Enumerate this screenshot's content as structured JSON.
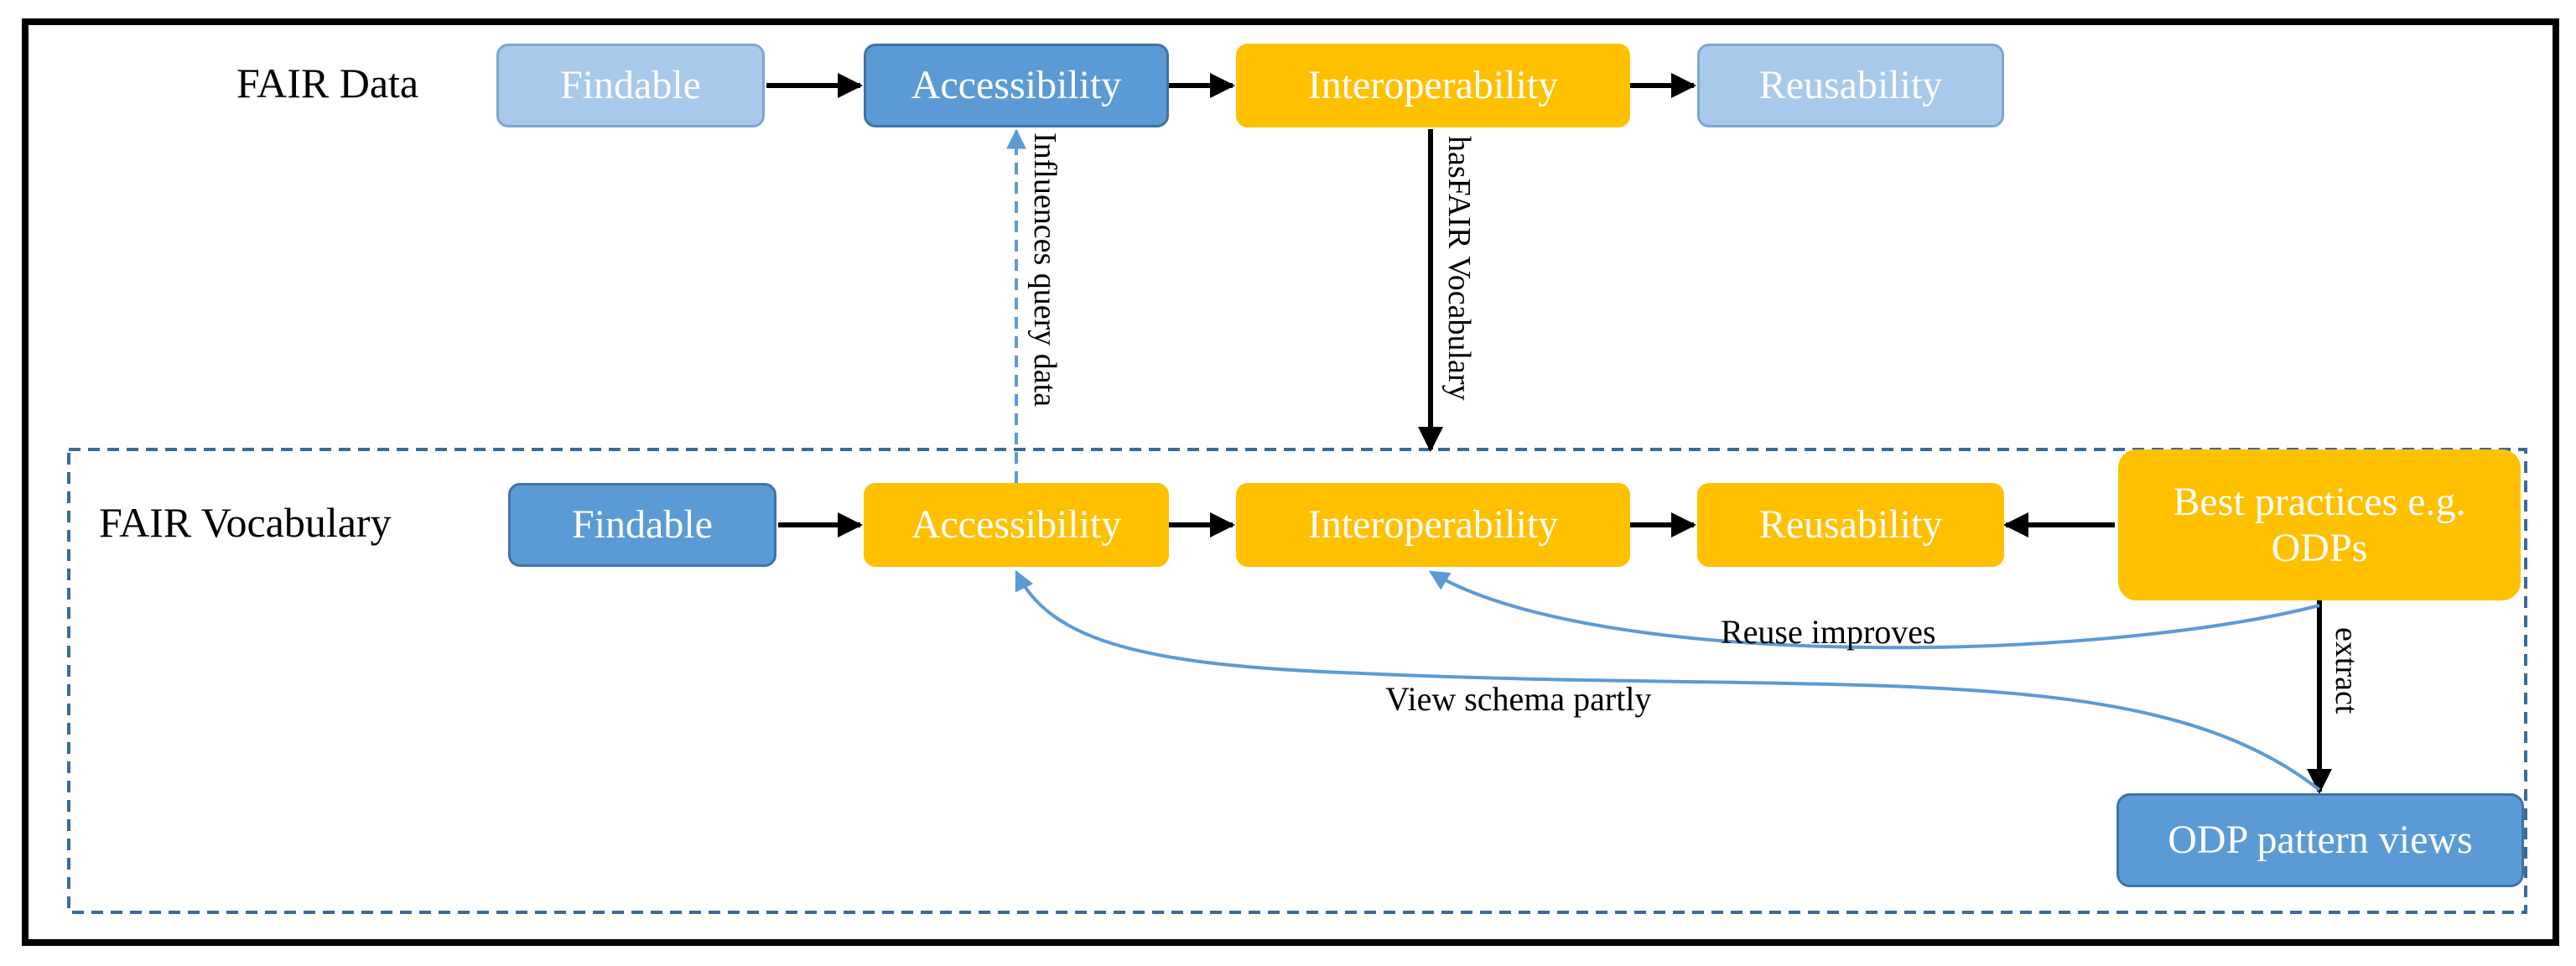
{
  "fair_data": {
    "label": "FAIR Data",
    "findable": "Findable",
    "accessibility": "Accessibility",
    "interoperability": "Interoperability",
    "reusability": "Reusability"
  },
  "fair_vocabulary": {
    "label": "FAIR Vocabulary",
    "findable": "Findable",
    "accessibility": "Accessibility",
    "interoperability": "Interoperability",
    "reusability": "Reusability",
    "best_practices": "Best practices e.g. ODPs",
    "odp_views": "ODP pattern views"
  },
  "edges": {
    "influences": "Influences query data",
    "has_fair_vocab": "hasFAIR Vocabulary",
    "reuse_improves": "Reuse improves",
    "view_schema": "View schema partly",
    "extract": "extract"
  },
  "colors": {
    "light_blue": "#a8c9ea",
    "mid_blue": "#5b9bd5",
    "gold": "#ffc000",
    "dashed_border": "#3b6a9a",
    "curve": "#5b9bd5"
  }
}
